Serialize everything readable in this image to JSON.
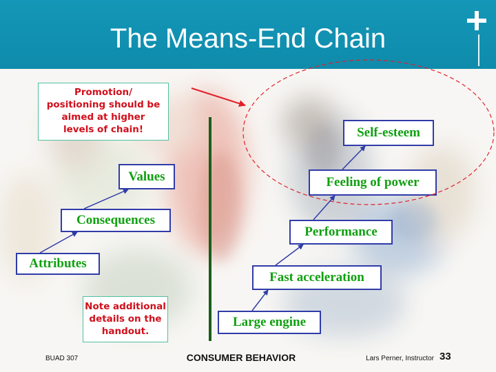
{
  "slide": {
    "title": "The Means-End Chain",
    "note_top": [
      "Promotion/",
      "positioning should be",
      "aimed at higher",
      "levels of chain!"
    ],
    "note_bottom": [
      "Note additional",
      "details on the",
      "handout."
    ]
  },
  "left_chain": [
    "Attributes",
    "Consequences",
    "Values"
  ],
  "right_chain": [
    "Large engine",
    "Fast acceleration",
    "Performance",
    "Feeling of power",
    "Self-esteem"
  ],
  "footer": {
    "course": "BUAD 307",
    "subject": "CONSUMER BEHAVIOR",
    "instructor": "Lars Perner, Instructor",
    "page": "33"
  },
  "colors": {
    "header": "#1497b8",
    "chain_text": "#10a010",
    "box_border": "#2f3ba8",
    "note_text": "#d0101c",
    "highlight": "#e0202a"
  },
  "icons": {
    "header_corner": "plus-icon"
  }
}
